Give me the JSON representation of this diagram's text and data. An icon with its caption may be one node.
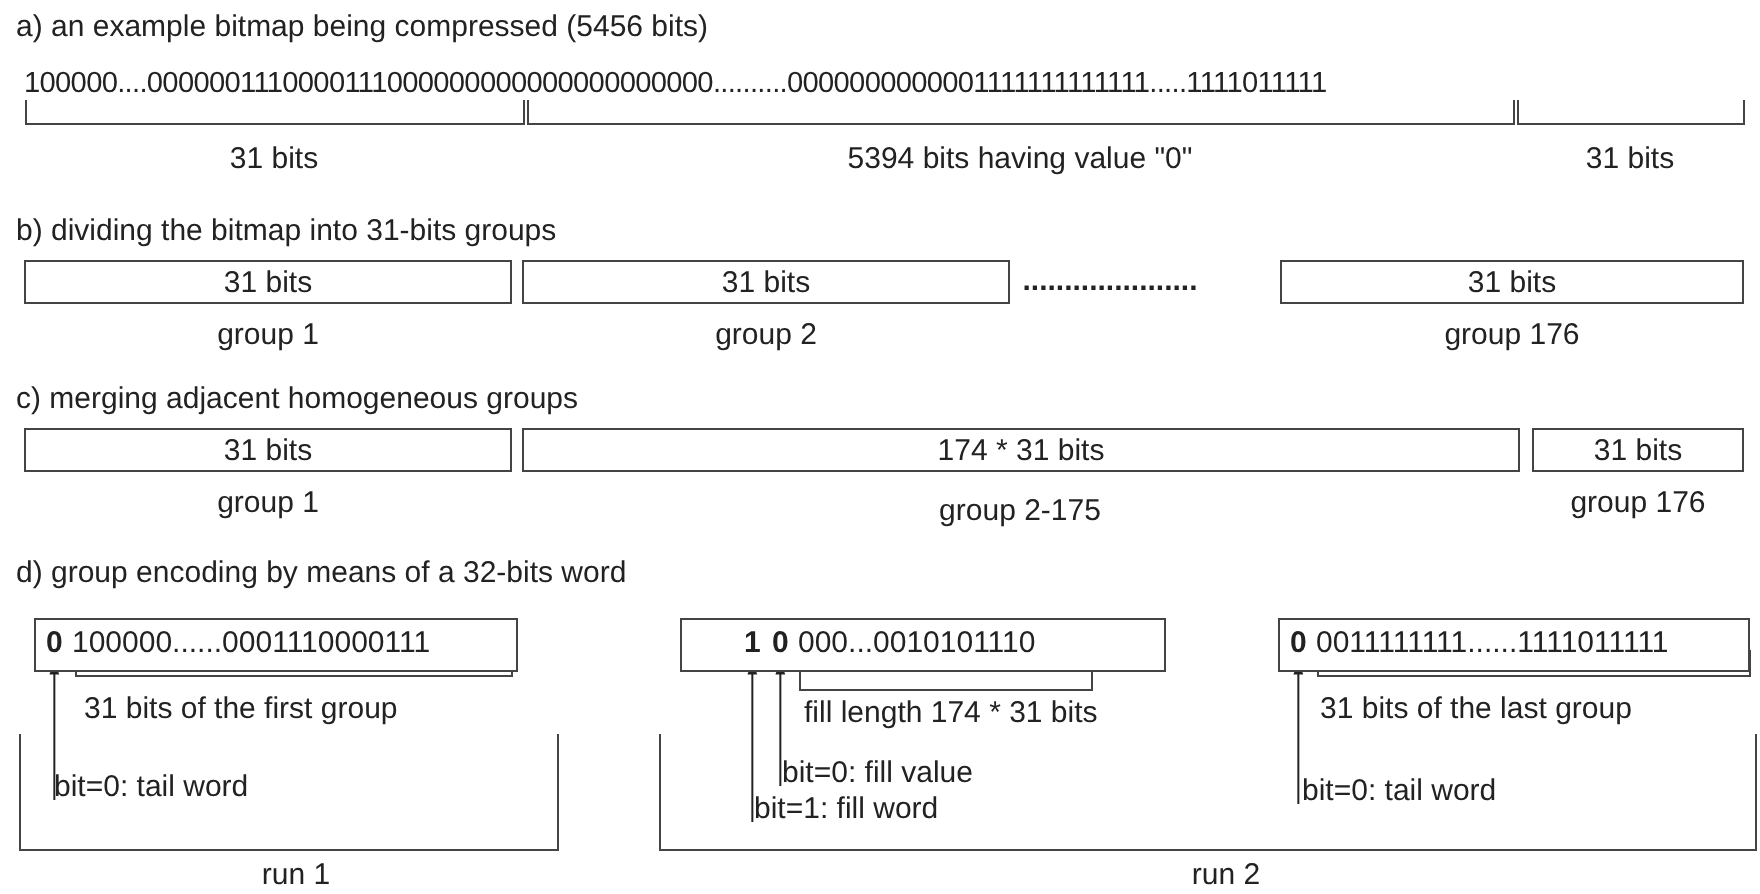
{
  "diagram": {
    "nodes": [
      {
        "text": [
          "31 bits"
        ],
        "beside": [
          "group 1"
        ]
      },
      {
        "text": [
          "31 bits"
        ],
        "beside": [
          "group 2"
        ]
      },
      {
        "text": [
          "31 bits"
        ],
        "beside": [
          "group 176"
        ]
      },
      {
        "text": [
          "31 bits"
        ],
        "beside": [
          "group 1"
        ]
      },
      {
        "text": [
          "174 * 31 bits"
        ],
        "beside": [
          "group 2-175"
        ]
      },
      {
        "text": [
          "31 bits"
        ],
        "beside": [
          "group 176"
        ]
      },
      {
        "text": [
          "100000......0001110000111"
        ]
      },
      {
        "text": [
          "0"
        ],
        "in": 6
      },
      {
        "text": [
          "bit=0: tail word"
        ]
      },
      {
        "text": [
          "000...0010101110"
        ]
      },
      {
        "text": [
          "1"
        ],
        "in": 9
      },
      {
        "text": [
          "0"
        ],
        "in": 9
      },
      {
        "text": [
          "bit=0: fill value"
        ]
      },
      {
        "text": [
          "bit=1: fill word"
        ]
      },
      {
        "text": [
          "0011111111......1111011111"
        ]
      },
      {
        "text": [
          "0"
        ],
        "in": 14
      },
      {
        "text": [
          "bit=0: tail word"
        ]
      }
    ],
    "edges": [
      {
        "from": 8,
        "to": 7,
        "arrow": "to"
      },
      {
        "from": 12,
        "to": 11,
        "arrow": "to"
      },
      {
        "from": 13,
        "to": 10,
        "arrow": "to"
      },
      {
        "from": 16,
        "to": 15,
        "arrow": "to"
      }
    ],
    "labels": [
      "a) an example bitmap being compressed (5456 bits)",
      "100000....0000001110000111000000000000000000000..........0000000000001111111111111.....1111011111",
      "31 bits",
      "5394 bits having value \"0\"",
      "31 bits",
      "b) dividing the bitmap into 31-bits groups",
      ".....................",
      "c) merging adjacent homogeneous groups",
      "d) group encoding by means of a 32-bits word",
      "31 bits of the first group",
      "fill length 174 * 31 bits",
      "31 bits of the last group",
      "run 1",
      "run 2"
    ]
  }
}
